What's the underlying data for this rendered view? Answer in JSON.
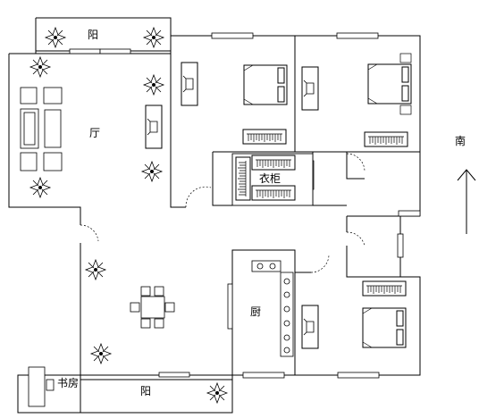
{
  "labels": {
    "top_balcony": "阳",
    "living_room": "厅",
    "wardrobe": "衣柜",
    "south": "南",
    "kitchen": "厨",
    "bottom_balcony": "阳",
    "study": "书房"
  },
  "colors": {
    "line": "#000000",
    "background": "#ffffff"
  },
  "icons": {
    "compass": "north-arrow-icon",
    "plant": "plant-icon",
    "bed": "bed-icon",
    "sofa": "sofa-icon",
    "dining_table": "dining-table-icon",
    "tv": "tv-icon",
    "stove": "stove-icon"
  }
}
